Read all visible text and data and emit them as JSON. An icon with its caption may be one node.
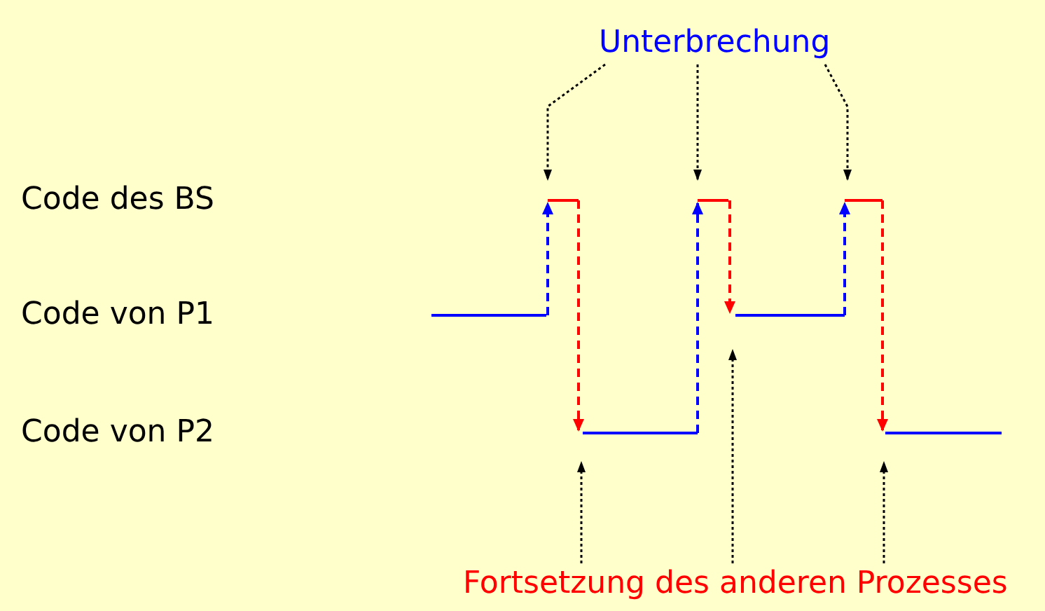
{
  "diagram": {
    "nodes": [
      {
        "text": [
          "Unterbrechung"
        ]
      },
      {
        "text": [
          "Fortsetzung des anderen Prozesses"
        ]
      }
    ],
    "edges": [
      {
        "from": 0,
        "to": null,
        "arrow": "to",
        "style": "dashed"
      },
      {
        "from": 0,
        "to": null,
        "arrow": "to",
        "style": "dashed"
      },
      {
        "from": 0,
        "to": null,
        "arrow": "to",
        "style": "dashed"
      },
      {
        "from": 1,
        "to": null,
        "arrow": "to",
        "style": "dashed"
      },
      {
        "from": 1,
        "to": null,
        "arrow": "to",
        "style": "dashed"
      },
      {
        "from": 1,
        "to": null,
        "arrow": "to",
        "style": "dashed"
      }
    ],
    "labels": [
      "Code des BS",
      "Code von P1",
      "Code von P2"
    ]
  }
}
